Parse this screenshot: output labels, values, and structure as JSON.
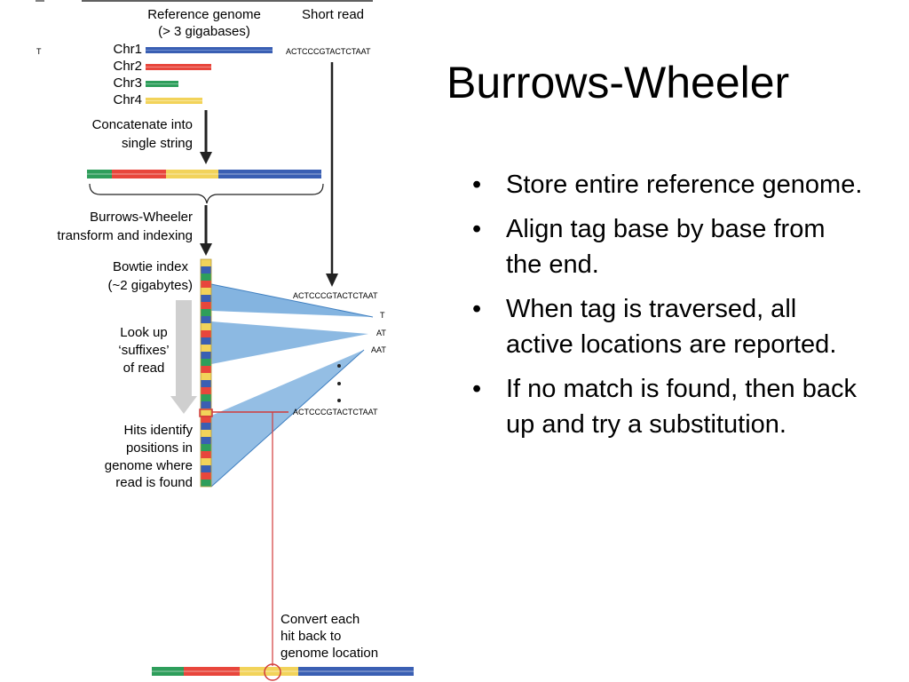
{
  "slide": {
    "title": "Burrows-Wheeler",
    "bullets": [
      "Store entire reference genome.",
      "Align tag base by base from the end.",
      "When tag is traversed, all active locations are reported.",
      "If no match is found, then back up and try a substitution."
    ],
    "bullet_glyph": "•"
  },
  "figure": {
    "header_reference_line1": "Reference genome",
    "header_reference_line2": "(> 3 gigabases)",
    "header_short_read": "Short read",
    "left_mark": "T",
    "chromosomes": [
      {
        "label": "Chr1",
        "color": "#3a5fb3"
      },
      {
        "label": "Chr2",
        "color": "#e8463c"
      },
      {
        "label": "Chr3",
        "color": "#2e9e5b"
      },
      {
        "label": "Chr4",
        "color": "#f2d35a"
      }
    ],
    "read_sequence_top": "ACTCCCGTACTCTAAT",
    "step_concatenate_line1": "Concatenate into",
    "step_concatenate_line2": "single string",
    "step_bwt_line1": "Burrows-Wheeler",
    "step_bwt_line2": "transform and indexing",
    "bowtie_line1": "Bowtie index",
    "bowtie_line2": "(~2 gigabytes)",
    "lookup_line1": "Look up",
    "lookup_line2": "‘suffixes’",
    "lookup_line3": "of read",
    "hits_line1": "Hits identify",
    "hits_line2": "positions in",
    "hits_line3": "genome where",
    "hits_line4": "read is found",
    "read_sequence_index": "ACTCCCGTACTCTAAT",
    "suffixes": [
      "T",
      "AT",
      "AAT"
    ],
    "read_sequence_bottom": "ACTCCCGTACTCTAAT",
    "convert_line1": "Convert each",
    "convert_line2": "hit back to",
    "convert_line3": "genome location",
    "colors": {
      "blue": "#3a5fb3",
      "red": "#e8463c",
      "green": "#2e9e5b",
      "yellow": "#f2d35a",
      "fan": "#5b9bd5",
      "hit_line": "#d23b3b",
      "gray_arrow": "#cfcfcf"
    }
  }
}
